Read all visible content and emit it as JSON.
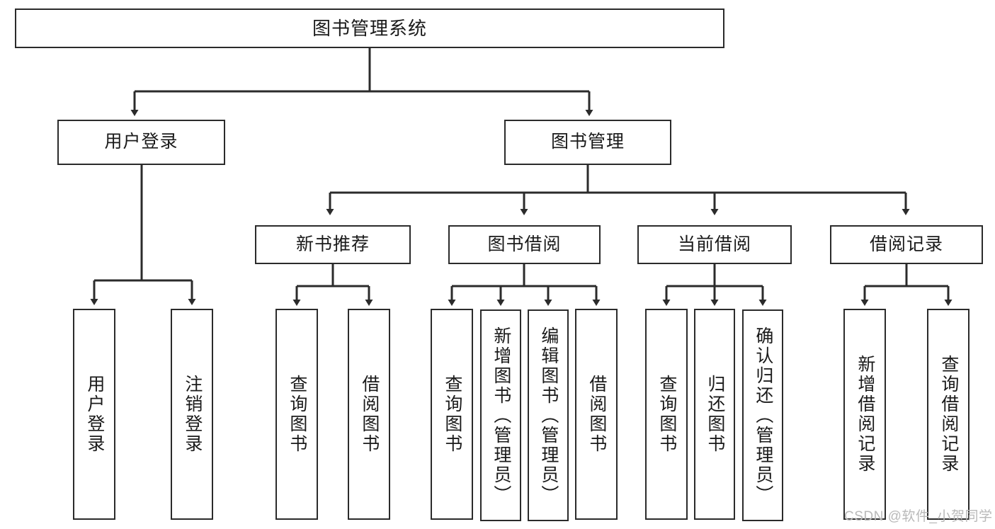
{
  "diagram": {
    "title": "图书管理系统",
    "type": "tree-hierarchy-diagram",
    "root": {
      "id": "root",
      "label": "图书管理系统"
    },
    "level2": [
      {
        "id": "user-login",
        "label": "用户登录"
      },
      {
        "id": "book-manage",
        "label": "图书管理"
      }
    ],
    "level3": [
      {
        "id": "new-book-rec",
        "label": "新书推荐"
      },
      {
        "id": "book-borrow",
        "label": "图书借阅"
      },
      {
        "id": "current-borrow",
        "label": "当前借阅"
      },
      {
        "id": "borrow-record",
        "label": "借阅记录"
      }
    ],
    "leaves": {
      "user_login": [
        {
          "id": "leaf-user-login",
          "label": "用户登录"
        },
        {
          "id": "leaf-logout",
          "label": "注销登录"
        }
      ],
      "new_book_rec": [
        {
          "id": "leaf-query-book-1",
          "label": "查询图书"
        },
        {
          "id": "leaf-borrow-book-1",
          "label": "借阅图书"
        }
      ],
      "book_borrow": [
        {
          "id": "leaf-query-book-2",
          "label": "查询图书"
        },
        {
          "id": "leaf-add-book",
          "label": "新增图书（管理员）"
        },
        {
          "id": "leaf-edit-book",
          "label": "编辑图书（管理员）"
        },
        {
          "id": "leaf-borrow-book-2",
          "label": "借阅图书"
        }
      ],
      "current_borrow": [
        {
          "id": "leaf-query-book-3",
          "label": "查询图书"
        },
        {
          "id": "leaf-return-book",
          "label": "归还图书"
        },
        {
          "id": "leaf-confirm-return",
          "label": "确认归还（管理员）"
        }
      ],
      "borrow_record": [
        {
          "id": "leaf-add-record",
          "label": "新增借阅记录"
        },
        {
          "id": "leaf-query-record",
          "label": "查询借阅记录"
        }
      ]
    },
    "colors": {
      "stroke": "#2b2b2b",
      "fill": "#ffffff",
      "text": "#1a1a1a",
      "watermark": "#b9b9b9"
    }
  },
  "watermark": {
    "text": "CSDN @软件_小贺同学"
  }
}
